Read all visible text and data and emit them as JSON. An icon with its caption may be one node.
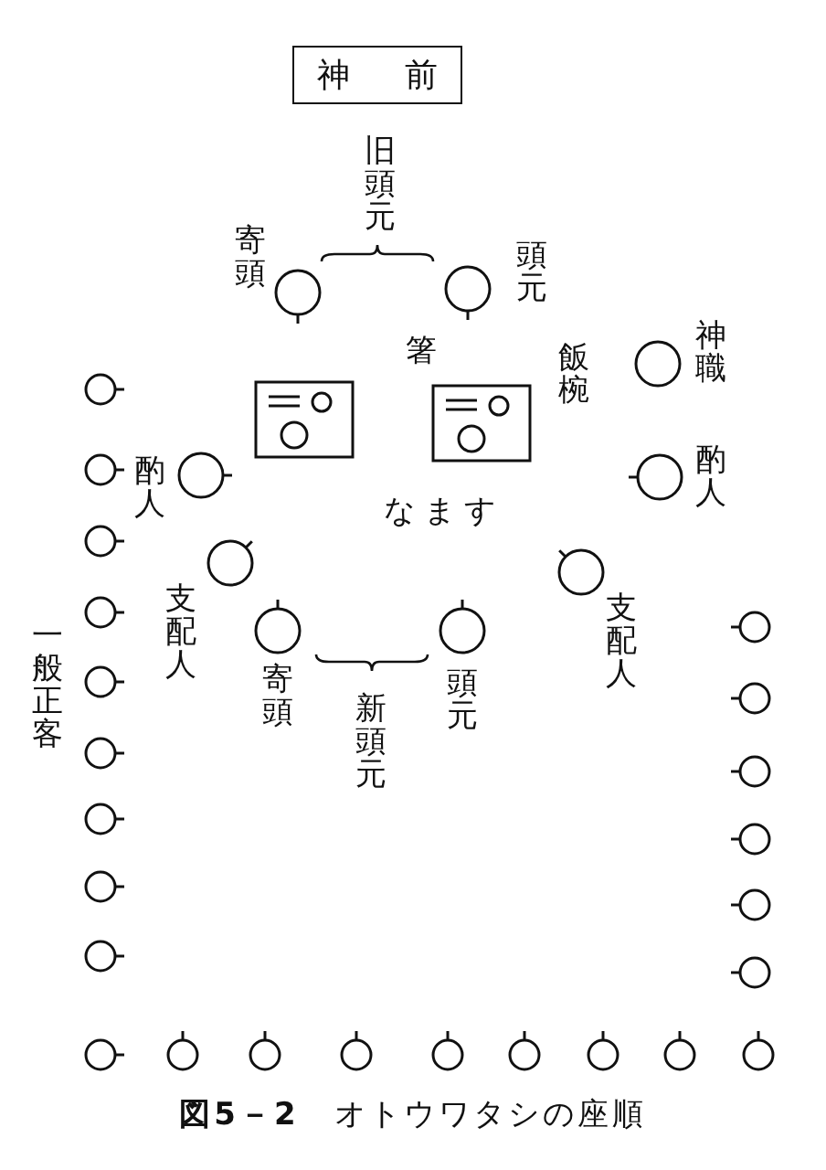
{
  "diagram": {
    "caption": "**図5－2**　オトウワタシの座順",
    "nodes": [
      {
        "text": [
          "神前"
        ]
      },
      {
        "text": [],
        "shape": "circle",
        "beside": [
          "寄頭"
        ]
      },
      {
        "text": [],
        "shape": "circle",
        "beside": [
          "頭元"
        ]
      },
      {
        "text": [],
        "shape": "box"
      },
      {
        "text": [],
        "shape": "box"
      },
      {
        "text": [],
        "shape": "circle",
        "beside": [
          "神職"
        ]
      },
      {
        "text": [],
        "shape": "circle",
        "beside": [
          "酌人"
        ]
      },
      {
        "text": [],
        "shape": "circle",
        "beside": [
          "酌人"
        ]
      },
      {
        "text": [],
        "shape": "circle",
        "beside": [
          "支配人"
        ]
      },
      {
        "text": [],
        "shape": "circle",
        "beside": [
          "支配人"
        ]
      },
      {
        "text": [],
        "shape": "circle",
        "beside": [
          "寄頭"
        ]
      },
      {
        "text": [],
        "shape": "circle",
        "beside": [
          "頭元"
        ]
      },
      {
        "text": [],
        "shape": "circle"
      },
      {
        "text": [],
        "shape": "circle"
      },
      {
        "text": [],
        "shape": "circle"
      },
      {
        "text": [],
        "shape": "circle"
      },
      {
        "text": [],
        "shape": "circle"
      },
      {
        "text": [],
        "shape": "circle"
      },
      {
        "text": [],
        "shape": "circle"
      },
      {
        "text": [],
        "shape": "circle"
      },
      {
        "text": [],
        "shape": "circle"
      },
      {
        "text": [],
        "shape": "circle"
      },
      {
        "text": [],
        "shape": "circle"
      },
      {
        "text": [],
        "shape": "circle"
      },
      {
        "text": [],
        "shape": "circle"
      },
      {
        "text": [],
        "shape": "circle"
      },
      {
        "text": [],
        "shape": "circle"
      },
      {
        "text": [],
        "shape": "circle"
      },
      {
        "text": [],
        "shape": "circle"
      },
      {
        "text": [],
        "shape": "circle"
      },
      {
        "text": [],
        "shape": "circle"
      },
      {
        "text": [],
        "shape": "circle"
      },
      {
        "text": [],
        "shape": "circle"
      },
      {
        "text": [],
        "shape": "circle"
      },
      {
        "text": [],
        "shape": "circle"
      },
      {
        "text": [],
        "shape": "circle"
      }
    ],
    "edges": [],
    "labels": [
      "旧頭元",
      "箸",
      "飯椀",
      "なます",
      "一般正客",
      "新頭元"
    ]
  }
}
